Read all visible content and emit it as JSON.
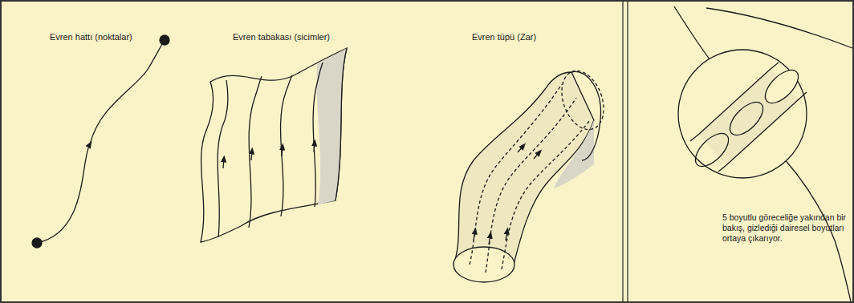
{
  "diagram": {
    "labels": [
      "Evren hattı (noktalar)",
      "Evren tabakası (sicimler)",
      "Evren tüpü (Zar)",
      "5 boyutlu göreceliğe yakından bir bakış, gizlediği dairesel boyutları ortaya çıkarıyor."
    ]
  }
}
